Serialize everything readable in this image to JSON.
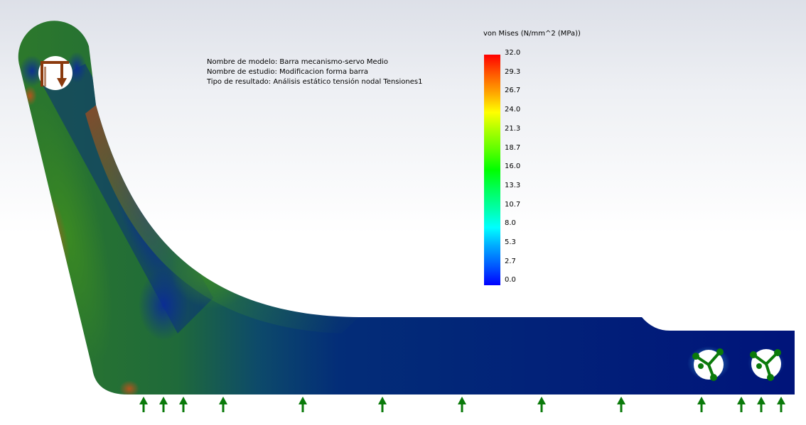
{
  "model_info": {
    "model_name": "Nombre de modelo: Barra mecanismo-servo Medio",
    "study_name": "Nombre de estudio: Modificacion forma barra",
    "result_type": "Tipo de resultado: Análisis estático tensión nodal Tensiones1"
  },
  "legend": {
    "title": "von Mises (N/mm^2 (MPa))",
    "ticks": [
      "32.0",
      "29.3",
      "26.7",
      "24.0",
      "21.3",
      "18.7",
      "16.0",
      "13.3",
      "10.7",
      "8.0",
      "5.3",
      "2.7",
      "0.0"
    ],
    "max_color": "#ff0000",
    "min_color": "#0000ff"
  },
  "colors": {
    "load_arrow": "#8b3a0e",
    "fixture_arrow": "#0a7a0a",
    "low_stress": "#00127a"
  },
  "icons": {
    "load": "load-arrow-icon",
    "fixture": "fixture-arrow-icon",
    "fixed_hole": "fixed-geometry-icon"
  }
}
